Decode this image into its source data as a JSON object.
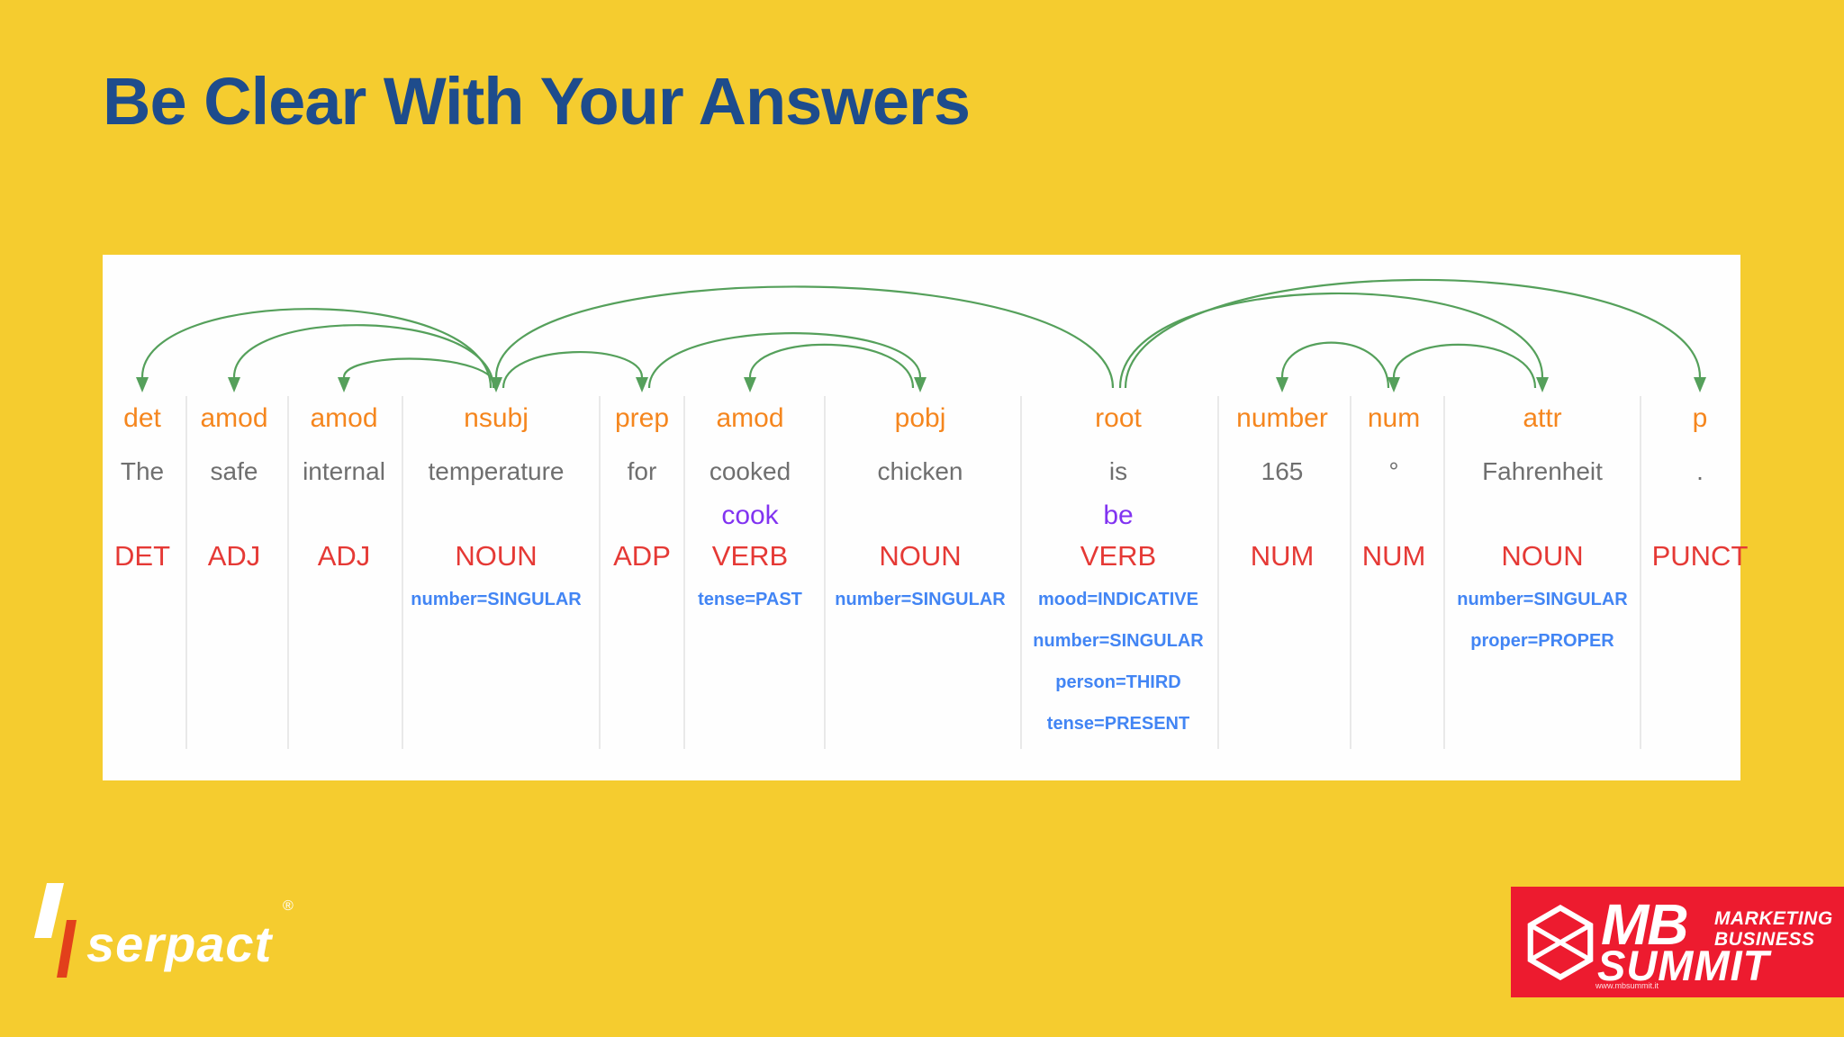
{
  "slide": {
    "title": "Be Clear With Your Answers"
  },
  "parse": {
    "sentence": "The safe internal temperature for cooked chicken is 165 ° Fahrenheit .",
    "tokens": [
      {
        "dep": "det",
        "word": "The",
        "lemma": "",
        "pos": "DET",
        "features": []
      },
      {
        "dep": "amod",
        "word": "safe",
        "lemma": "",
        "pos": "ADJ",
        "features": []
      },
      {
        "dep": "amod",
        "word": "internal",
        "lemma": "",
        "pos": "ADJ",
        "features": []
      },
      {
        "dep": "nsubj",
        "word": "temperature",
        "lemma": "",
        "pos": "NOUN",
        "features": [
          "number=SINGULAR"
        ]
      },
      {
        "dep": "prep",
        "word": "for",
        "lemma": "",
        "pos": "ADP",
        "features": []
      },
      {
        "dep": "amod",
        "word": "cooked",
        "lemma": "cook",
        "pos": "VERB",
        "features": [
          "tense=PAST"
        ]
      },
      {
        "dep": "pobj",
        "word": "chicken",
        "lemma": "",
        "pos": "NOUN",
        "features": [
          "number=SINGULAR"
        ]
      },
      {
        "dep": "root",
        "word": "is",
        "lemma": "be",
        "pos": "VERB",
        "features": [
          "mood=INDICATIVE",
          "number=SINGULAR",
          "person=THIRD",
          "tense=PRESENT"
        ]
      },
      {
        "dep": "number",
        "word": "165",
        "lemma": "",
        "pos": "NUM",
        "features": []
      },
      {
        "dep": "num",
        "word": "°",
        "lemma": "",
        "pos": "NUM",
        "features": []
      },
      {
        "dep": "attr",
        "word": "Fahrenheit",
        "lemma": "",
        "pos": "NOUN",
        "features": [
          "number=SINGULAR",
          "proper=PROPER"
        ]
      },
      {
        "dep": "p",
        "word": ".",
        "lemma": "",
        "pos": "PUNCT",
        "features": []
      }
    ],
    "arcs": [
      {
        "head": 3,
        "dep": 0
      },
      {
        "head": 3,
        "dep": 1
      },
      {
        "head": 3,
        "dep": 2
      },
      {
        "head": 7,
        "dep": 3
      },
      {
        "head": 3,
        "dep": 4
      },
      {
        "head": 4,
        "dep": 6
      },
      {
        "head": 6,
        "dep": 5
      },
      {
        "head": 7,
        "dep": 10
      },
      {
        "head": 7,
        "dep": 11
      },
      {
        "head": 10,
        "dep": 9
      },
      {
        "head": 9,
        "dep": 8
      }
    ]
  },
  "logos": {
    "serpact": {
      "name": "serpact",
      "registered": "®"
    },
    "mbsummit": {
      "mb": "MB",
      "marketing": "MARKETING",
      "business": "BUSINESS",
      "summit": "SUMMIT",
      "url": "www.mbsummit.it"
    }
  },
  "colors": {
    "background_yellow": "#F5CC2F",
    "title_blue": "#1E4C8C",
    "panel_white": "#FEFEFE",
    "arc_green": "#55A05B",
    "dep_orange": "#F5861E",
    "word_gray": "#6F6F6F",
    "lemma_purple": "#8133F1",
    "pos_red": "#E53935",
    "feature_blue": "#4285F4",
    "divider_gray": "#E9E9E9",
    "serpact_bar_white": "#FFFFFF",
    "serpact_bar_orange": "#E2401B",
    "mbsummit_red": "#ED1B2F"
  }
}
